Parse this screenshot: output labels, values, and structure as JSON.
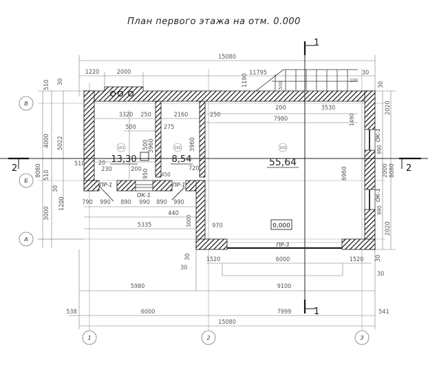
{
  "title": "План первого этажа на отм. 0.000",
  "colors": {
    "wall": "#1a1a1a",
    "dim_line": "#777777",
    "text": "#444444",
    "background": "#ffffff"
  },
  "rooms": [
    {
      "id": "101",
      "area": "13,30"
    },
    {
      "id": "102",
      "area": "8,54"
    },
    {
      "id": "103",
      "area": "55,64"
    }
  ],
  "level_mark": "0,000",
  "grid_axes": {
    "vertical": [
      "1",
      "2",
      "3"
    ],
    "horizontal": [
      "В",
      "Б",
      "А"
    ]
  },
  "section_marks": {
    "cut1": "1",
    "cut2": "2"
  },
  "openings": {
    "door_left": "ПР-1",
    "door_mid": "ПР-1",
    "window_front": "ОК-1",
    "window_right_top": "ОК-1",
    "window_right_bottom": "ОК-1",
    "gate": "ПР-3"
  },
  "dimensions": {
    "top_total": "15080",
    "top_1220": "1220",
    "top_2000": "2000",
    "stair_11795": "11795",
    "stair_1190": "1190",
    "stair_30a": "30",
    "stair_30b": "30",
    "stair_100": "100",
    "stair_500": "500",
    "left_510": "510",
    "left_30": "30",
    "left_4000": "4000",
    "left_5022": "5022",
    "left_8080": "8080",
    "left_510b": "510",
    "left_30b": "30",
    "left_1200": "1200",
    "left_3000": "3000",
    "r101_3320": "3320",
    "r101_250": "250",
    "r101_500": "500",
    "r101_3960": "3960",
    "r101_500v": "500",
    "r101_20": "20",
    "r101_230": "230",
    "r101_200": "200",
    "r101_950": "950",
    "r101_510": "510",
    "r101_275": "275",
    "r102_2160": "2160",
    "r102_3960": "3960",
    "r102_720": "720",
    "r102_450": "450",
    "r103_250": "250",
    "r103_200": "200",
    "r103_3530": "3530",
    "r103_7980": "7980",
    "r103_1490": "1490",
    "r103_6960": "6960",
    "r103_970": "970",
    "front_790": "790",
    "front_990a": "990",
    "front_890a": "890",
    "front_990b": "990",
    "front_890b": "890",
    "front_990c": "990",
    "front_440": "440",
    "front_3000": "3000",
    "front_5335": "5335",
    "front_1520a": "1520",
    "front_6000": "6000",
    "front_1520b": "1520",
    "front_30a": "30",
    "front_30b": "30",
    "front_30c": "30",
    "front_30d": "30",
    "right_2020a": "2020",
    "right_990a": "990",
    "right_2000": "2000",
    "right_8080": "8080",
    "right_990b": "990",
    "right_2020b": "2020",
    "right_30": "30",
    "bot_5980": "5980",
    "bot_9100": "9100",
    "bot_538": "538",
    "bot_6000": "6000",
    "bot_7999": "7999",
    "bot_541": "541",
    "bot_total": "15080"
  }
}
